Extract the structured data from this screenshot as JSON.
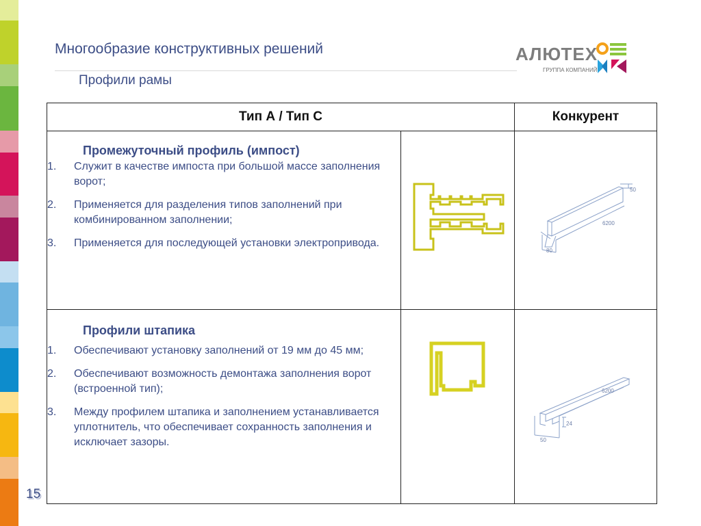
{
  "header": {
    "title": "Многообразие конструктивных решений",
    "subtitle": "Профили рамы"
  },
  "logo": {
    "name": "АЛЮТЕХ",
    "tagline": "ГРУППА КОМПАНИЙ"
  },
  "table": {
    "col_type": "Тип А / Тип С",
    "col_competitor": "Конкурент",
    "rows": [
      {
        "title": "Промежуточный профиль (импост)",
        "items": [
          {
            "num": "1.",
            "text": "Служит в качестве импоста при большой массе заполнения ворот;"
          },
          {
            "num": "2.",
            "text": "Применяется  для разделения типов заполнений при комбинированном заполнении;"
          },
          {
            "num": "3.",
            "text": "Применяется для последующей установки электропривода."
          }
        ],
        "dims": {
          "a": "50",
          "b": "6200",
          "c": "80"
        }
      },
      {
        "title": "Профили штапика",
        "items": [
          {
            "num": "1.",
            "text": "Обеспечивают установку заполнений от 19 мм до 45 мм;"
          },
          {
            "num": "2.",
            "text": "Обеспечивают возможность демонтажа заполнения ворот (встроенной тип);"
          },
          {
            "num": "3.",
            "text": "Между профилем штапика и заполнением устанавливается уплотнитель, что обеспечивает сохранность заполнения и исключает зазоры."
          }
        ],
        "dims": {
          "a": "6200",
          "b": "24",
          "c": "50"
        }
      }
    ]
  },
  "page_number": "15",
  "colors": {
    "text_blue": "#3c4d86",
    "profile_yellow": "#c8c21a",
    "drawing_blue": "#8aa0c8"
  },
  "stripe_colors": [
    "#e4ed9a",
    "#bfd22b",
    "#9fca5a",
    "#c9e3a9",
    "#6bb63f",
    "#e69aa8",
    "#d4145a",
    "#c9869e",
    "#a3185c",
    "#c4dff2",
    "#6fb4e0",
    "#8cc6ea",
    "#0d8ccc",
    "#fde191",
    "#f6b711",
    "#f4bd85",
    "#ec7b13"
  ],
  "icons": [
    "logo-mark-icon"
  ]
}
